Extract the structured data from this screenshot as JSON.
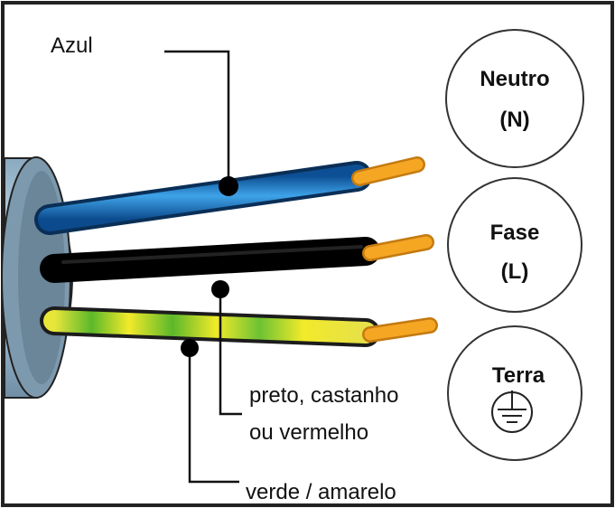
{
  "labels": {
    "blue_wire": "Azul",
    "live_wire_line1": "preto,  castanho",
    "live_wire_line2": "ou vermelho",
    "earth_wire": "verde / amarelo"
  },
  "circles": {
    "neutral": {
      "name": "Neutro",
      "code": "(N)"
    },
    "live": {
      "name": "Fase",
      "code": "(L)"
    },
    "earth": {
      "name": "Terra",
      "symbol": "earth-ground-symbol"
    }
  },
  "colors": {
    "blue_wire": "#1a6fc4",
    "black_wire": "#111111",
    "earth_green": "#5cb82a",
    "earth_yellow": "#f2ea2a",
    "copper_tip": "#f5a623",
    "cable_sheath": "#a9c4d6",
    "border": "#222222"
  }
}
